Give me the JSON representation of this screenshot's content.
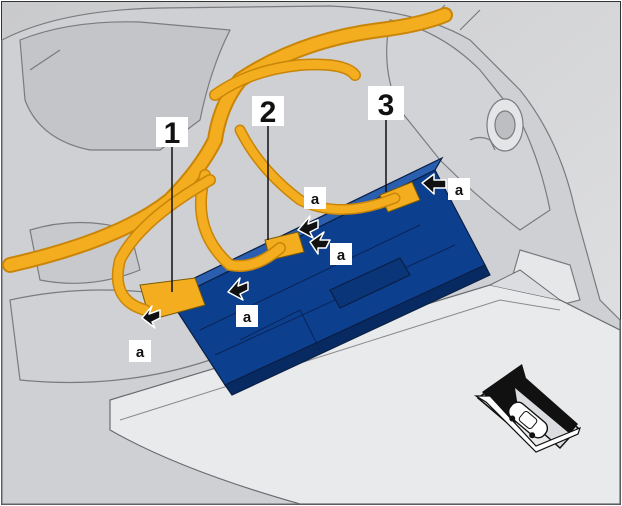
{
  "diagram": {
    "numbered_callouts": [
      {
        "id": "callout-1",
        "label": "1"
      },
      {
        "id": "callout-2",
        "label": "2"
      },
      {
        "id": "callout-3",
        "label": "3"
      }
    ],
    "arrow_callouts": [
      {
        "id": "a-1",
        "label": "a"
      },
      {
        "id": "a-2",
        "label": "a"
      },
      {
        "id": "a-3",
        "label": "a"
      },
      {
        "id": "a-4",
        "label": "a"
      },
      {
        "id": "a-5",
        "label": "a"
      }
    ],
    "colors": {
      "harness": "#f3ad1f",
      "harness_dark": "#c98508",
      "module_blue": "#0d3f8f",
      "module_dark": "#082a63",
      "body_grey": "#d9dadc",
      "outline": "#1b1b1b"
    },
    "direction_indicator": "forward-direction-arrow-with-car-icon"
  }
}
